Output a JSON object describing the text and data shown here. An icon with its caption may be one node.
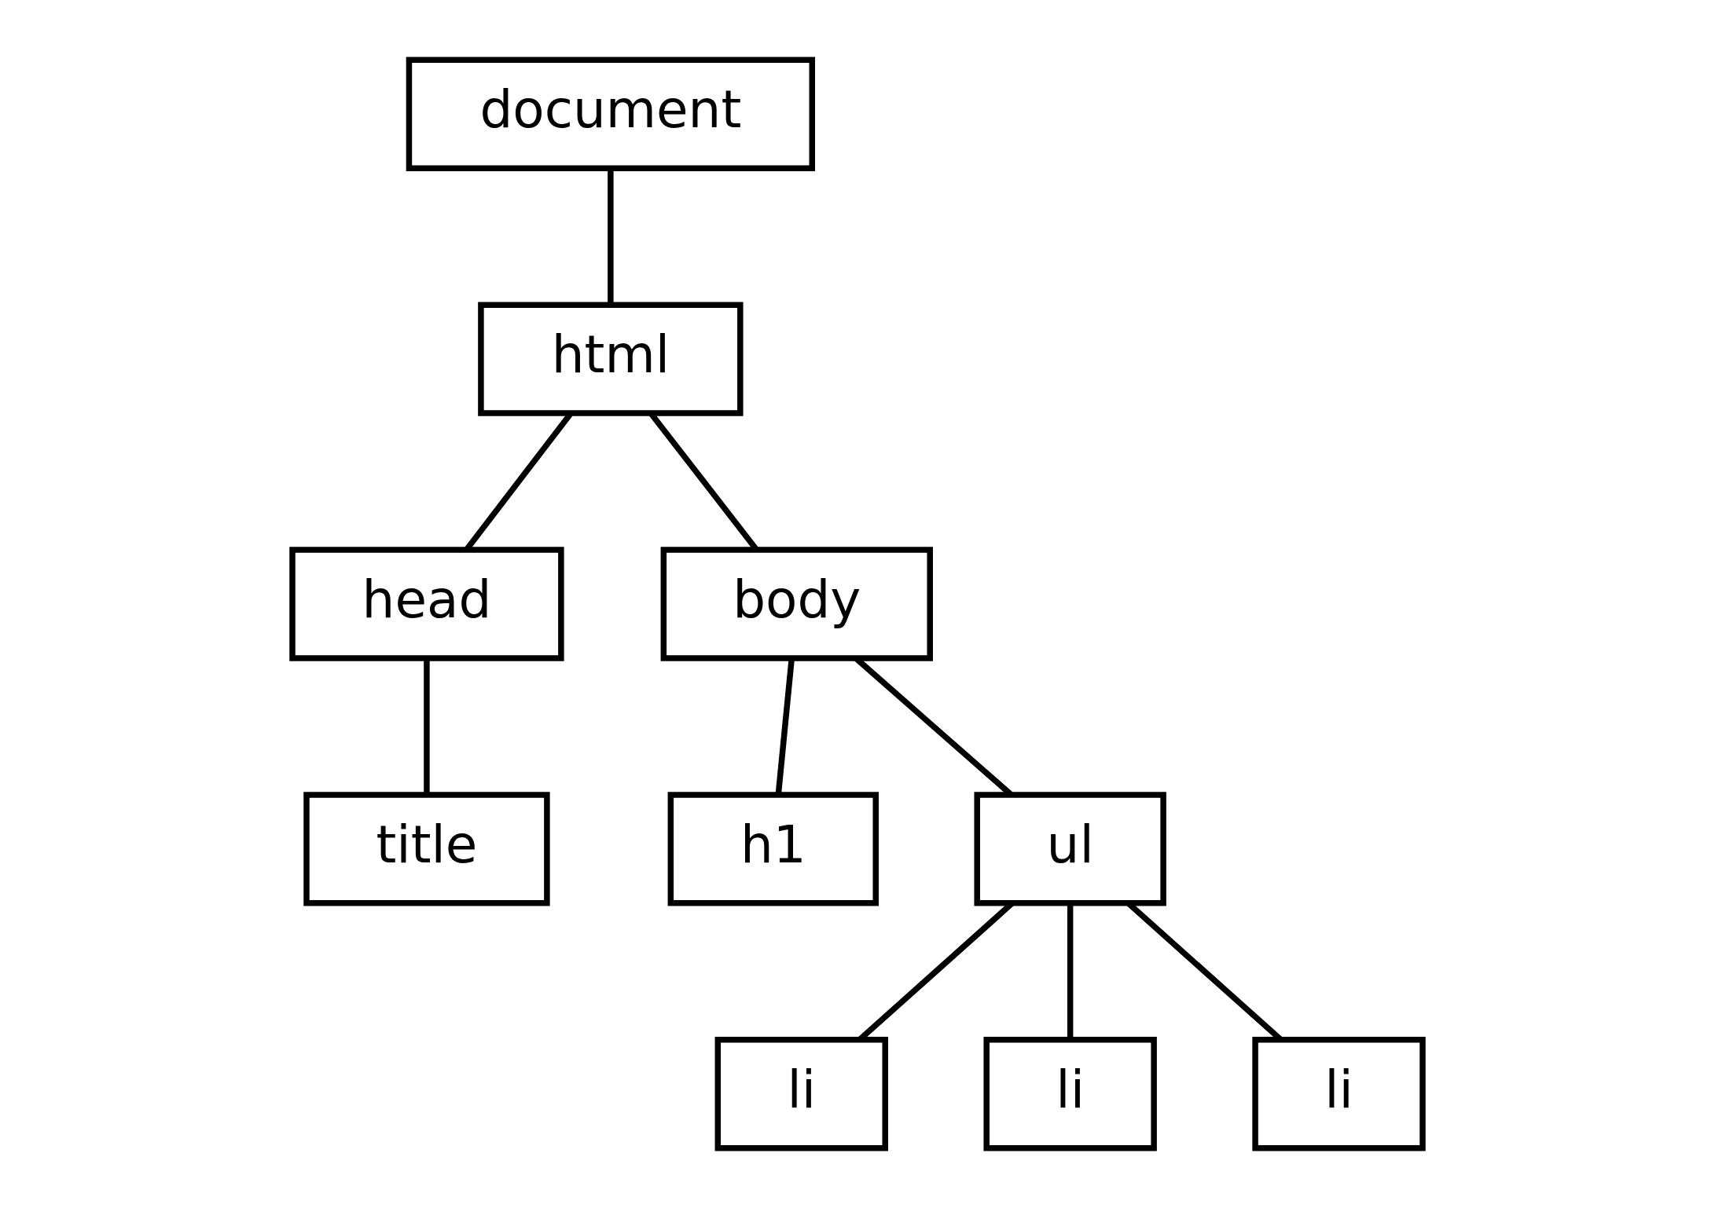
{
  "diagram": {
    "nodes": [
      {
        "text": [
          "document"
        ]
      },
      {
        "text": [
          "html"
        ]
      },
      {
        "text": [
          "head"
        ]
      },
      {
        "text": [
          "body"
        ]
      },
      {
        "text": [
          "title"
        ]
      },
      {
        "text": [
          "h1"
        ]
      },
      {
        "text": [
          "ul"
        ]
      },
      {
        "text": [
          "li"
        ]
      },
      {
        "text": [
          "li"
        ]
      },
      {
        "text": [
          "li"
        ]
      }
    ],
    "edges": [
      {
        "from": 0,
        "to": 1,
        "arrow": "none"
      },
      {
        "from": 1,
        "to": 2,
        "arrow": "none"
      },
      {
        "from": 1,
        "to": 3,
        "arrow": "none"
      },
      {
        "from": 2,
        "to": 4,
        "arrow": "none"
      },
      {
        "from": 3,
        "to": 5,
        "arrow": "none"
      },
      {
        "from": 3,
        "to": 6,
        "arrow": "none"
      },
      {
        "from": 6,
        "to": 7,
        "arrow": "none"
      },
      {
        "from": 6,
        "to": 8,
        "arrow": "none"
      },
      {
        "from": 6,
        "to": 9,
        "arrow": "none"
      }
    ]
  }
}
